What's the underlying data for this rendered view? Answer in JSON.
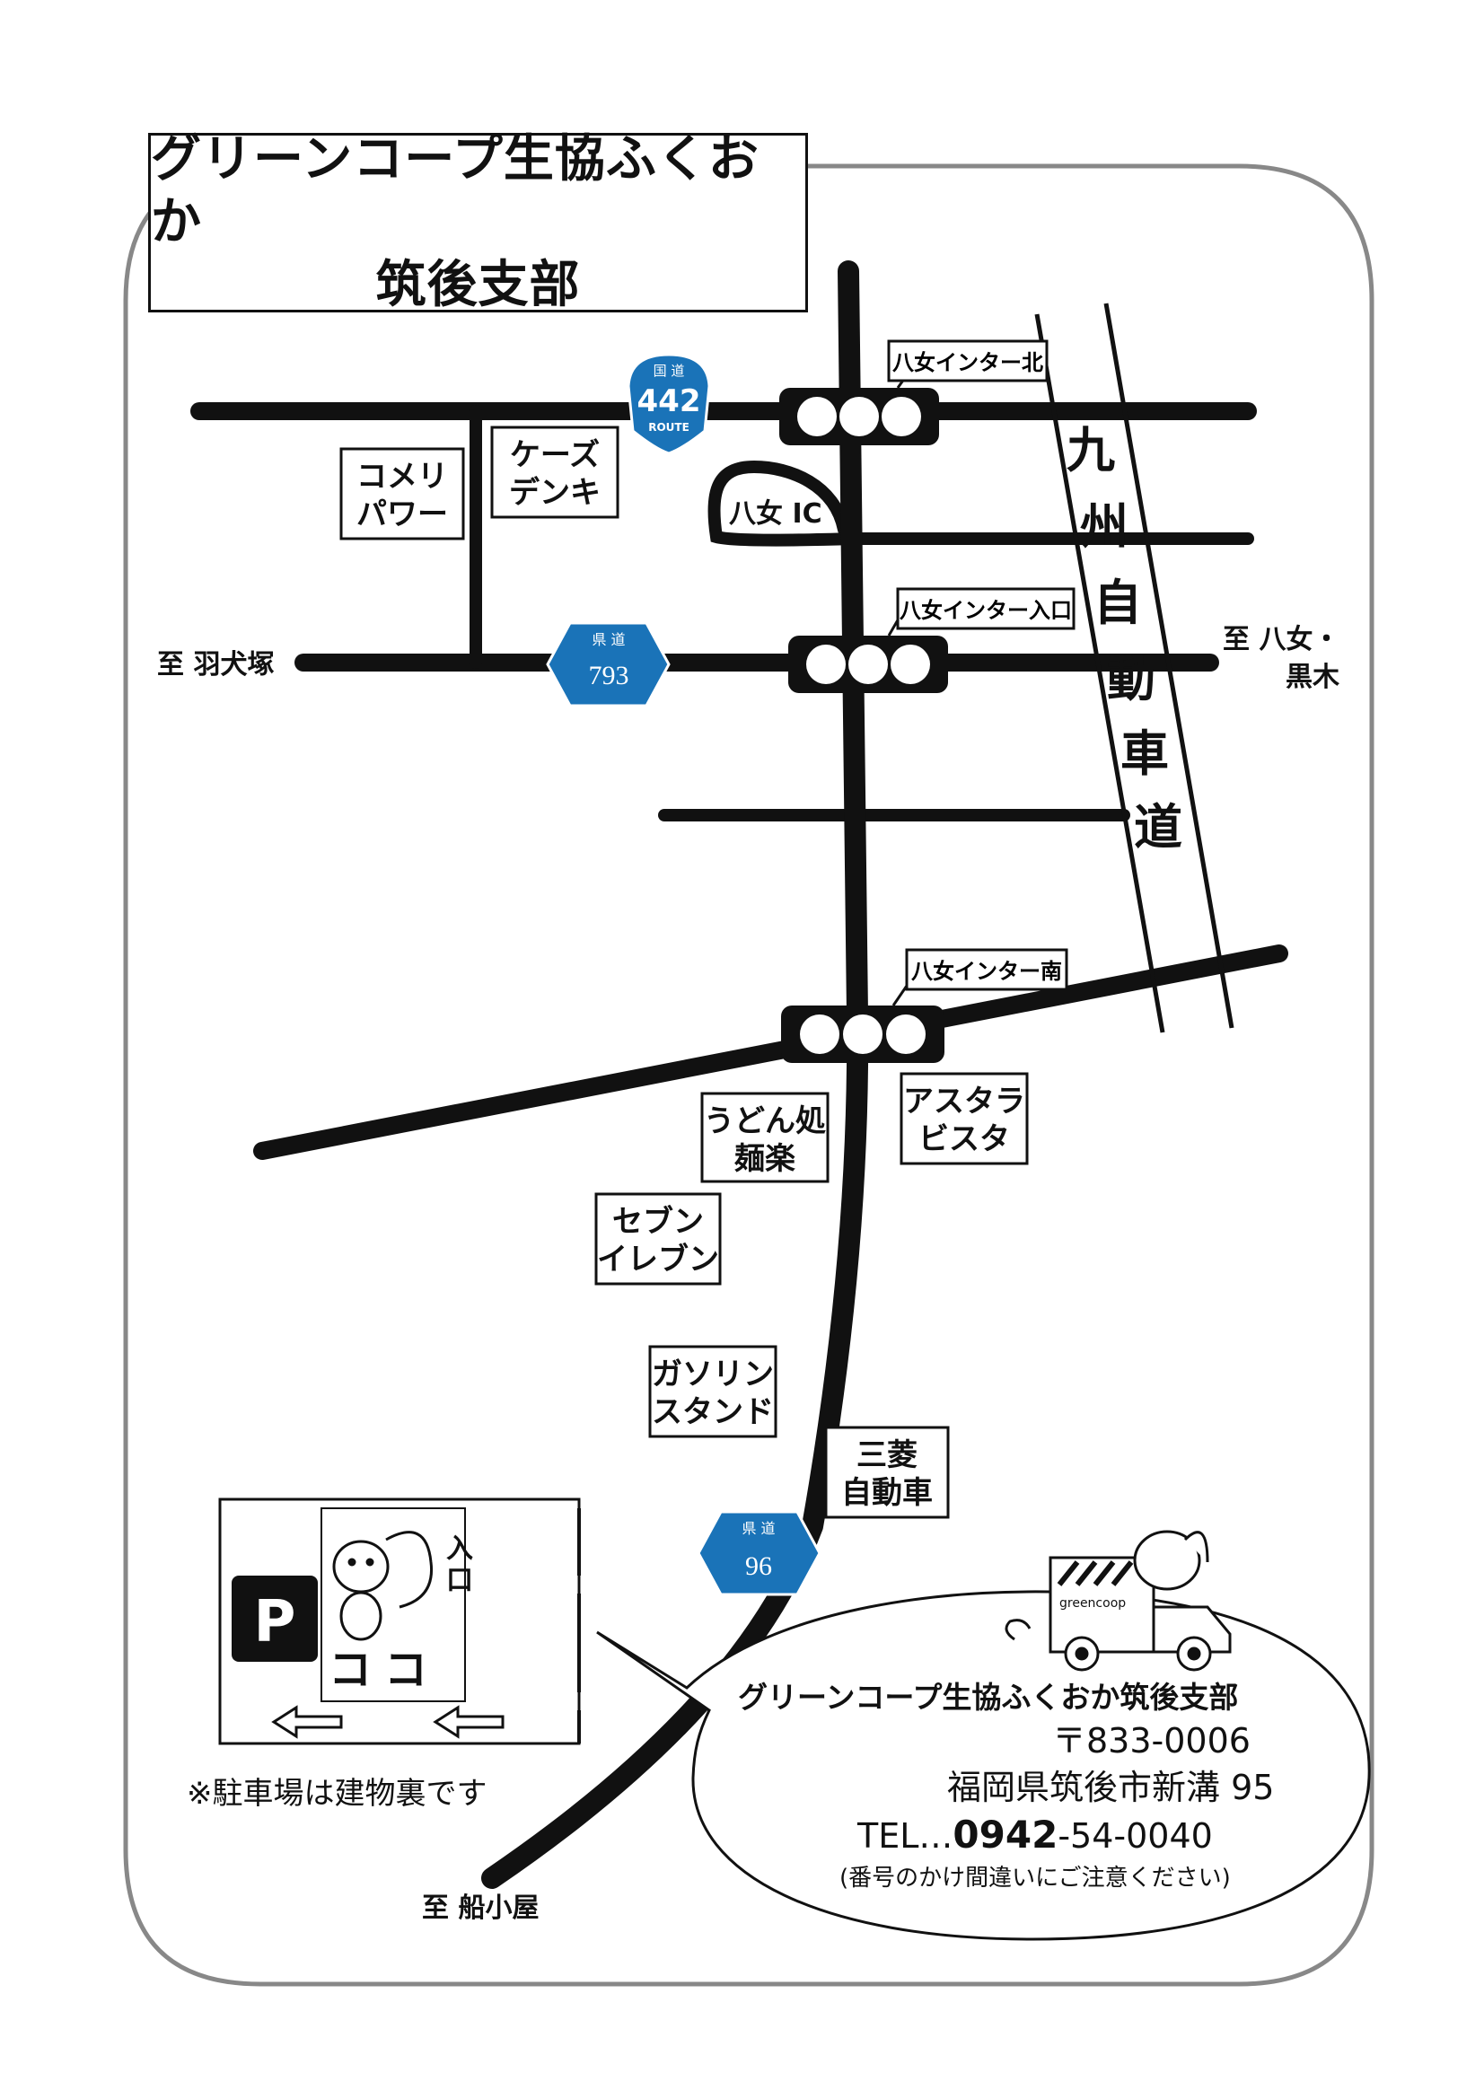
{
  "title": {
    "line1": "グリーンコープ生協ふくおか",
    "line2": "筑後支部"
  },
  "routes": {
    "national_442": {
      "label_top": "国 道",
      "number": "442",
      "label_bottom": "ROUTE",
      "color": "#1a73b8"
    },
    "prefectural_793": {
      "label_top": "県 道",
      "number": "793",
      "color": "#1a73b8"
    },
    "prefectural_96": {
      "label_top": "県 道",
      "number": "96",
      "color": "#1a73b8"
    }
  },
  "signals": {
    "north": "八女インター北",
    "entrance": "八女インター入口",
    "south": "八女インター南"
  },
  "interchange": "八女 IC",
  "expressway": [
    "九",
    "州",
    "自",
    "動",
    "車",
    "道"
  ],
  "destinations": {
    "west": "至 羽犬塚",
    "east_line1": "至 八女・",
    "east_line2": "黒木",
    "south": "至 船小屋"
  },
  "landmarks": {
    "komeri": [
      "コメリ",
      "パワー"
    ],
    "kszdenki": [
      "ケーズ",
      "デンキ"
    ],
    "udon": [
      "うどん処",
      "麺楽"
    ],
    "astara": [
      "アスタラ",
      "ビスタ"
    ],
    "seven": [
      "セブン",
      "イレブン"
    ],
    "gas": [
      "ガソリン",
      "スタンド"
    ],
    "mitsubishi": [
      "三菱",
      "自動車"
    ]
  },
  "parking_inset": {
    "p_label": "P",
    "entrance": "入口",
    "here": "ココ"
  },
  "footnote": "※駐車場は建物裏です",
  "contact": {
    "name": "グリーンコープ生協ふくおか筑後支部",
    "postal": "〒833-0006",
    "address": "福岡県筑後市新溝 95",
    "tel_prefix": "TEL…",
    "tel_main": "0942",
    "tel_rest": "-54-0040",
    "note": "(番号のかけ間違いにご注意ください)",
    "truck_logo": "greencoop"
  }
}
